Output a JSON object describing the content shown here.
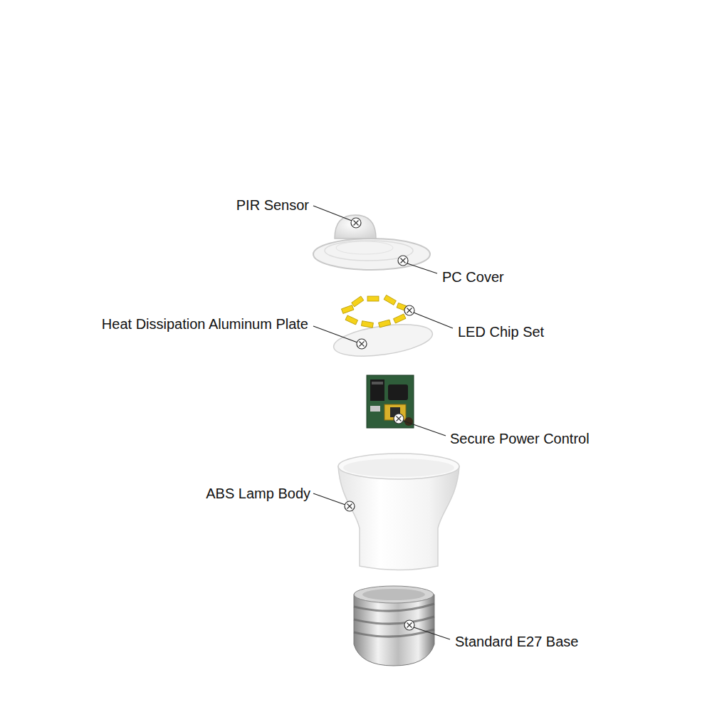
{
  "diagram": {
    "labels": [
      "PIR Sensor",
      "PC Cover",
      "Heat Dissipation Aluminum Plate",
      "LED Chip Set",
      "Secure Power Control",
      "ABS Lamp Body",
      "Standard E27 Base"
    ]
  }
}
